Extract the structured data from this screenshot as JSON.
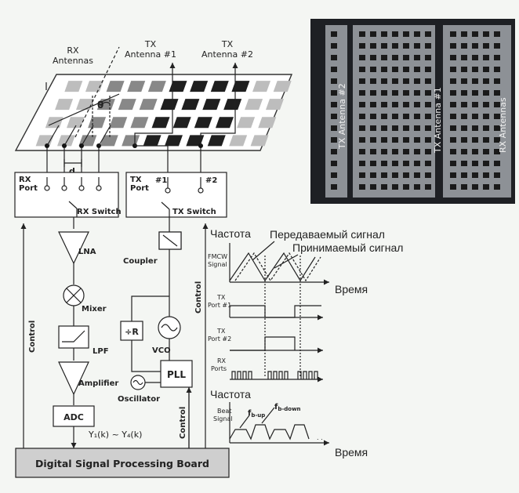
{
  "colors": {
    "background": "#f4f6f3",
    "photo_bg": "#1e2024",
    "photo_panel": "#8d9196",
    "patch_dark": "#1f1f1f",
    "patch_mid": "#888888",
    "patch_light": "#bdbdbd",
    "dsp_board": "#cfcfcf"
  },
  "labels": {
    "rx_antennas_1": "RX",
    "rx_antennas_2": "Antennas",
    "tx_antenna1_1": "TX",
    "tx_antenna1_2": "Antenna #1",
    "tx_antenna2_1": "TX",
    "tx_antenna2_2": "Antenna #2",
    "theta": "θ",
    "d": "d",
    "rx_port_1": "RX",
    "rx_port_2": "Port",
    "rx_switch": "RX Switch",
    "tx_port_1": "TX",
    "tx_port_2": "Port",
    "tx_p1": "#1",
    "tx_p2": "#2",
    "tx_switch": "TX Switch",
    "lna": "LNA",
    "mixer": "Mixer",
    "lpf": "LPF",
    "amplifier": "Amplifier",
    "adc": "ADC",
    "y_out": "Y₁(k) ~ Y₄(k)",
    "control_left": "Control",
    "control_right_upper": "Control",
    "control_right_lower": "Control",
    "coupler": "Coupler",
    "div_r": "÷R",
    "vco": "VCO",
    "pll": "PLL",
    "oscillator": "Oscillator",
    "dsp_board": "Digital Signal Processing Board",
    "photo_tx2": "TX Antenna #2",
    "photo_tx1": "TX Antenna #1",
    "photo_rx": "RX Antennas"
  },
  "timing": {
    "freq_1": "Частота",
    "tx_signal": "Передаваемый сигнал",
    "rx_signal": "Принимаемый сигнал",
    "fmcw_1": "FMCW",
    "fmcw_2": "Signal",
    "time_1": "Время",
    "txp1_1": "TX",
    "txp1_2": "Port #1",
    "txp2_1": "TX",
    "txp2_2": "Port #2",
    "rxp_1": "RX",
    "rxp_2": "Ports",
    "freq_2": "Частота",
    "beat_1": "Beat",
    "beat_2": "Signal",
    "fb_up": "f",
    "fb_up_sub": "b-up",
    "fb_down": "f",
    "fb_down_sub": "b-down",
    "time_2": "Время",
    "dots": ". ."
  }
}
